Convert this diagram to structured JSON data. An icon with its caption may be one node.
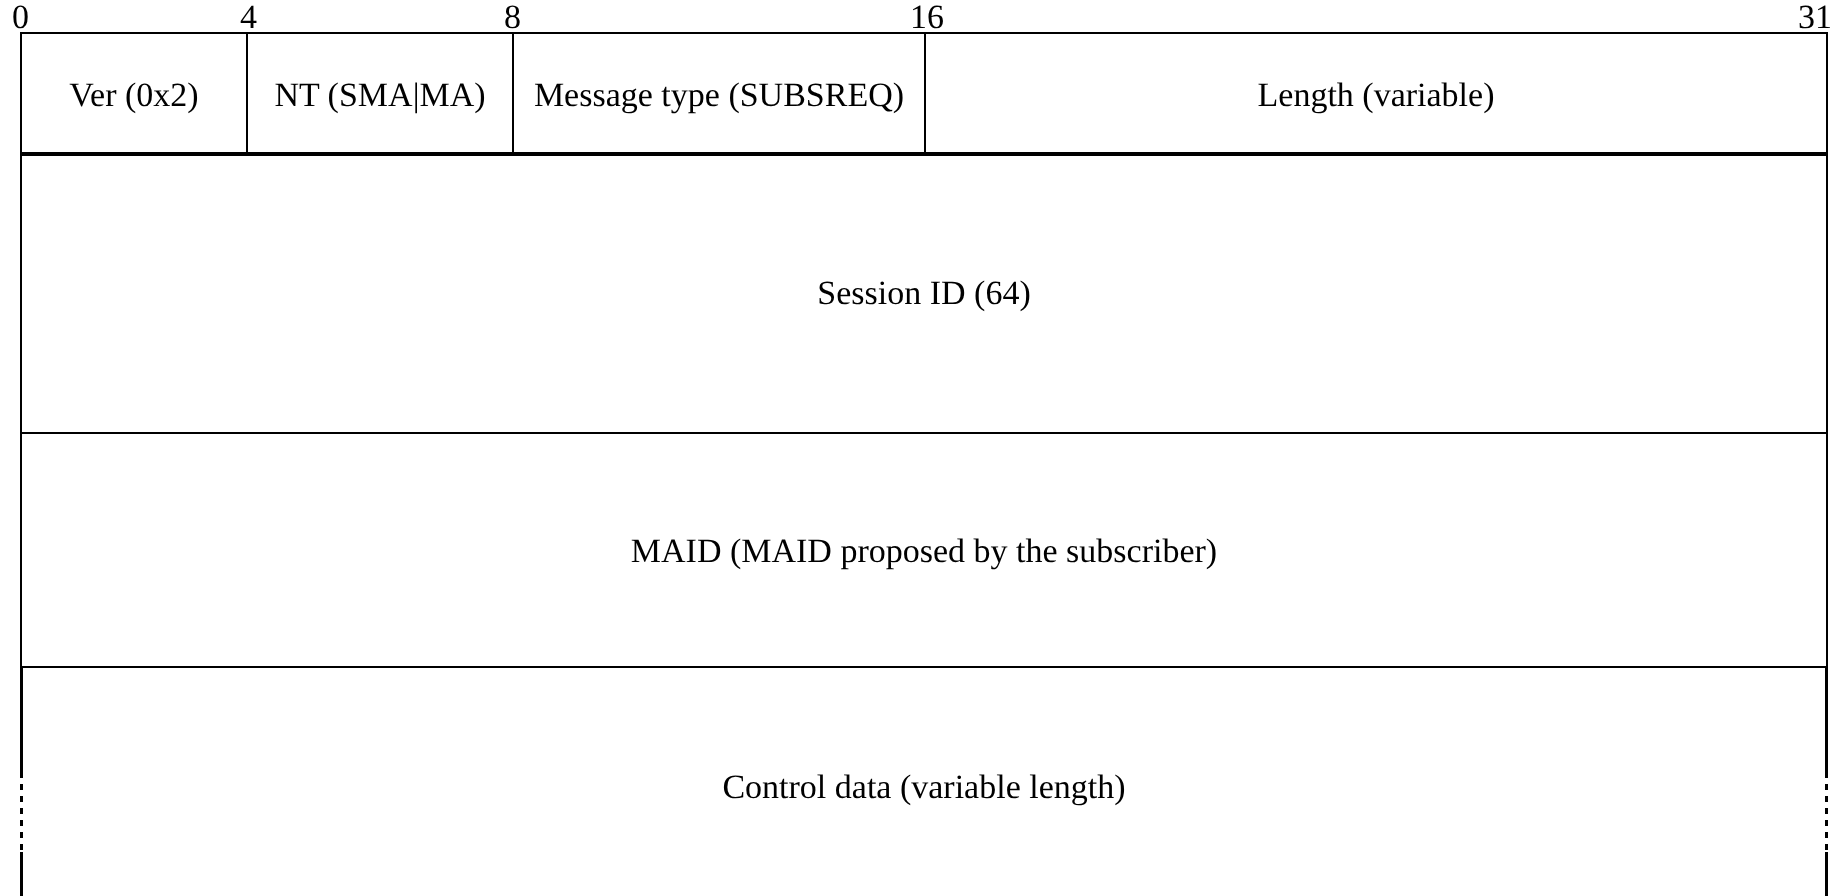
{
  "diagram": {
    "nodes": [
      {
        "text": [
          "Ver (0x2)"
        ]
      },
      {
        "text": [
          "NT (SMA|MA)"
        ]
      },
      {
        "text": [
          "Message type (SUBSREQ)"
        ]
      },
      {
        "text": [
          "Length (variable)"
        ]
      },
      {
        "text": [
          "Session ID (64)"
        ]
      },
      {
        "text": [
          "MAID (MAID proposed by the subscriber)"
        ]
      },
      {
        "text": [
          "Control data (variable length)"
        ]
      }
    ],
    "labels": [
      "0",
      "4",
      "8",
      "16",
      "31"
    ]
  }
}
